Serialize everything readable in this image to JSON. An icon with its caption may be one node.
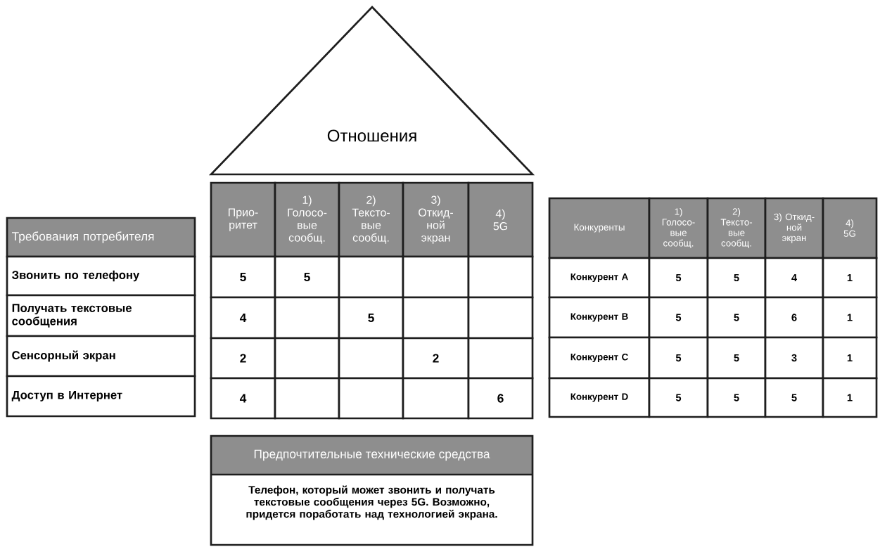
{
  "diagram": {
    "nodes": [
      {
        "text": [
          "Отношения"
        ]
      },
      {
        "text": [
          "Предпочтительные технические средства",
          "Телефон, который может звонить и получать текстовые сообщения через 5G. Возможно, придется поработать над технологией экрана."
        ]
      }
    ],
    "labels": [
      "Требования потребителя",
      "Звонить по телефону",
      "Получать текстовые сообщения",
      "Сенсорный экран",
      "Доступ в Интернет",
      "Прио- ритет",
      "1) Голосо- вые сообщ.",
      "2) Тексто- вые сообщ.",
      "3) Откид- ной экран",
      "4) 5G",
      "5",
      "5",
      "4",
      "5",
      "2",
      "2",
      "4",
      "6",
      "Конкуренты",
      "1) Голосо- вые сообщ.",
      "2) Тексто- вые сообщ.",
      "3) Откид- ной экран",
      "4) 5G",
      "Конкурент A",
      "5",
      "5",
      "4",
      "1",
      "Конкурент B",
      "5",
      "5",
      "6",
      "1",
      "Конкурент C",
      "5",
      "5",
      "3",
      "1",
      "Конкурент D",
      "5",
      "5",
      "5",
      "1"
    ]
  }
}
